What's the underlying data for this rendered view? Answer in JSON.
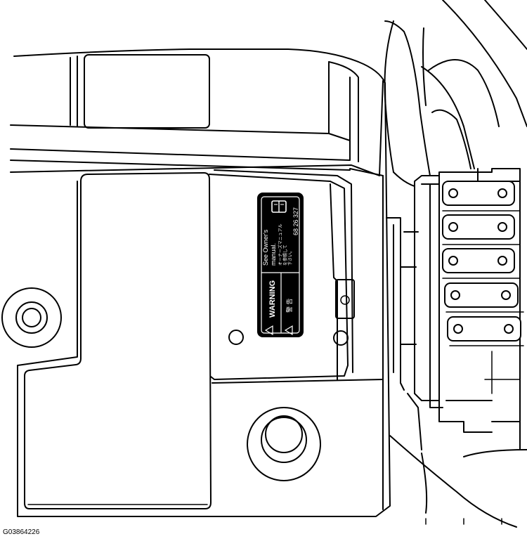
{
  "figure_id": "G03864226",
  "warning_label": {
    "heading": "WARNING",
    "kanji": "警 告",
    "line1": "See Owner's",
    "line2": "manual.",
    "jp_line1": "オーナーズマニュアル",
    "jp_line2": "を参照して",
    "jp_line3": "下さい。",
    "part_number": "68 26 327",
    "book_icon": "book-icon",
    "warning_icon": "warning-triangle-icon"
  }
}
